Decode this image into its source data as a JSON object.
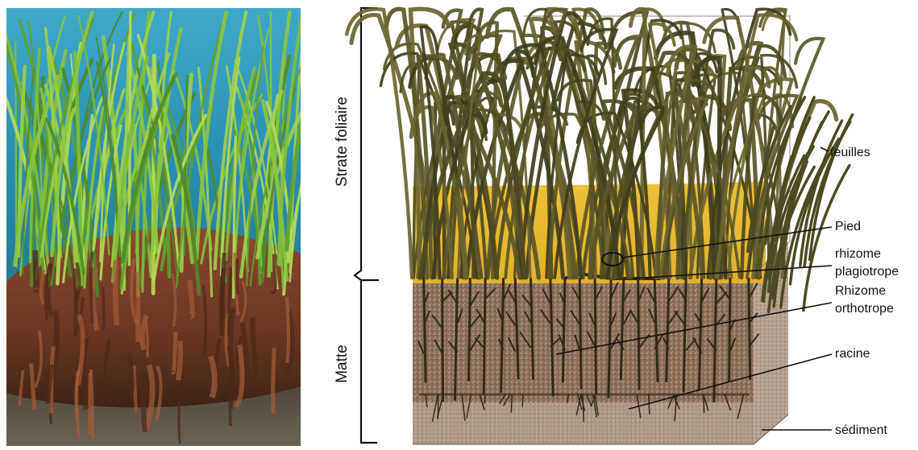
{
  "diagram": {
    "layers": [
      {
        "id": "strate",
        "label": "Strate foliaire"
      },
      {
        "id": "matte",
        "label": "Matte"
      }
    ],
    "labels": {
      "feuilles": "feuilles",
      "pied": "Pied",
      "rhizome_plagio_1": "rhizome",
      "rhizome_plagio_2": "plagiotrope",
      "rhizome_ortho_1": "Rhizome",
      "rhizome_ortho_2": "orthotrope",
      "racine": "racine",
      "sediment": "sédiment"
    }
  }
}
